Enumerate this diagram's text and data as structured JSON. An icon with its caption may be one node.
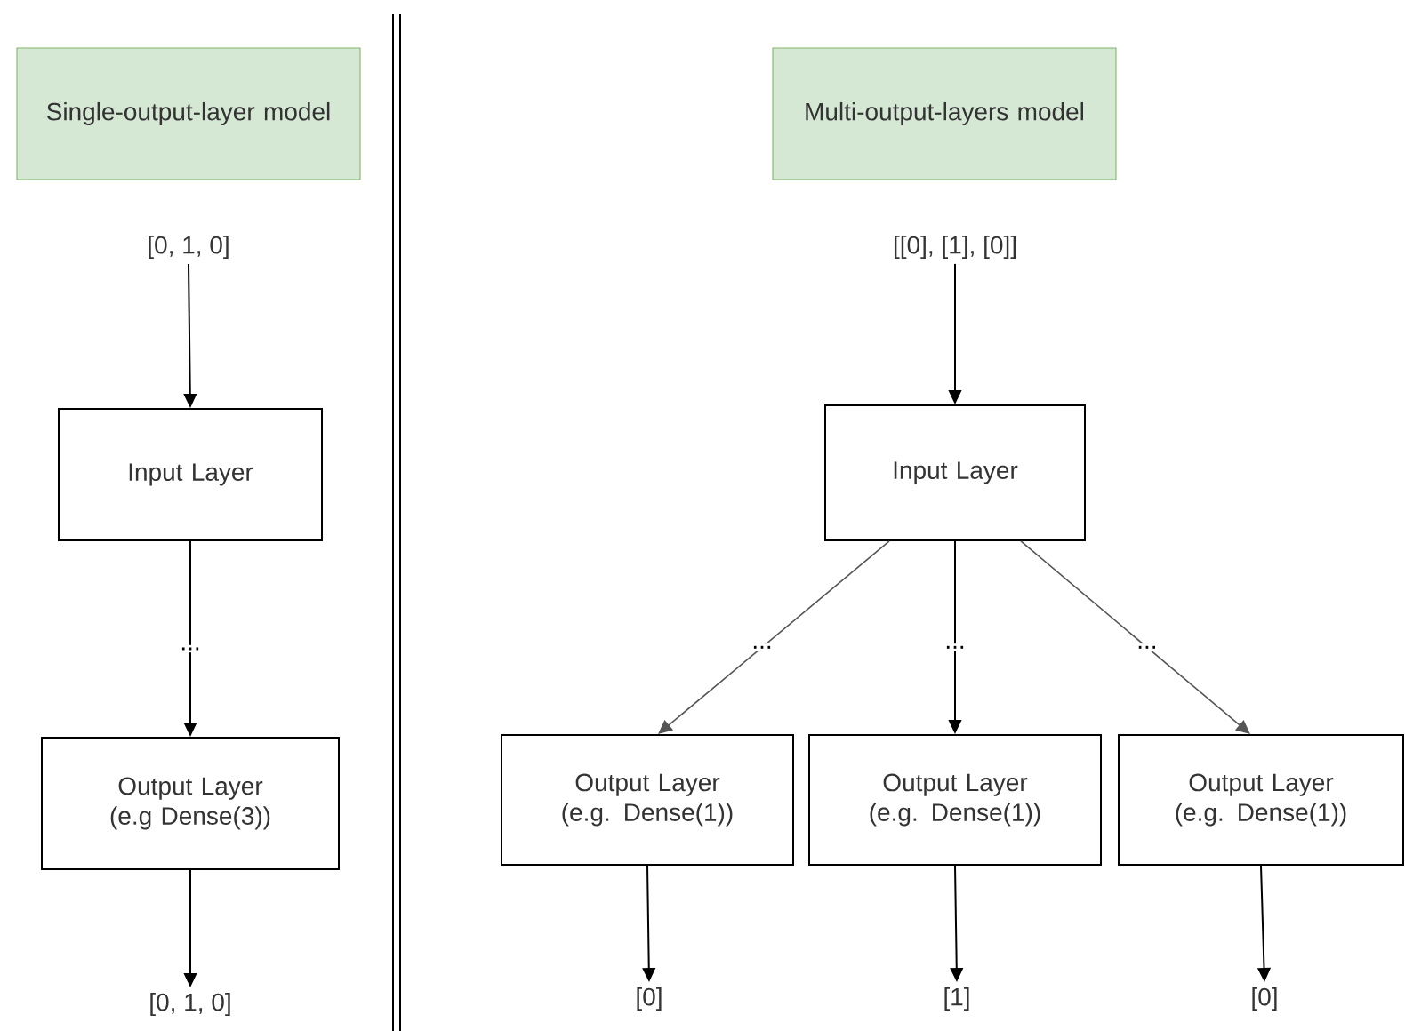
{
  "diagram": {
    "nodes": [
      {
        "text": [
          "Single-output-layer model"
        ]
      },
      {
        "text": [
          "[0, 1, 0]"
        ]
      },
      {
        "text": [
          "Input Layer"
        ]
      },
      {
        "text": [
          "Output Layer (e.g Dense(3))"
        ]
      },
      {
        "text": [
          "[0, 1, 0]"
        ]
      },
      {
        "text": [
          "Multi-output-layers model"
        ]
      },
      {
        "text": [
          "[[0], [1], [0]]"
        ]
      },
      {
        "text": [
          "Input Layer"
        ]
      },
      {
        "text": [
          "Output Layer (e.g. Dense(1))"
        ]
      },
      {
        "text": [
          "Output Layer (e.g. Dense(1))"
        ]
      },
      {
        "text": [
          "Output Layer (e.g. Dense(1))"
        ]
      },
      {
        "text": [
          "[0]"
        ]
      },
      {
        "text": [
          "[1]"
        ]
      },
      {
        "text": [
          "[0]"
        ]
      }
    ],
    "edges": [
      {
        "from": 1,
        "to": 2,
        "arrow": "to"
      },
      {
        "from": 2,
        "to": 3,
        "arrow": "to",
        "label": "..."
      },
      {
        "from": 3,
        "to": 4,
        "arrow": "to"
      },
      {
        "from": 6,
        "to": 7,
        "arrow": "to"
      },
      {
        "from": 7,
        "to": 8,
        "arrow": "to",
        "label": "...",
        "color": "#555555"
      },
      {
        "from": 7,
        "to": 9,
        "arrow": "to",
        "label": "..."
      },
      {
        "from": 7,
        "to": 10,
        "arrow": "to",
        "label": "...",
        "color": "#555555"
      },
      {
        "from": 8,
        "to": 11,
        "arrow": "to"
      },
      {
        "from": 9,
        "to": 12,
        "arrow": "to"
      },
      {
        "from": 10,
        "to": 13,
        "arrow": "to"
      }
    ]
  }
}
